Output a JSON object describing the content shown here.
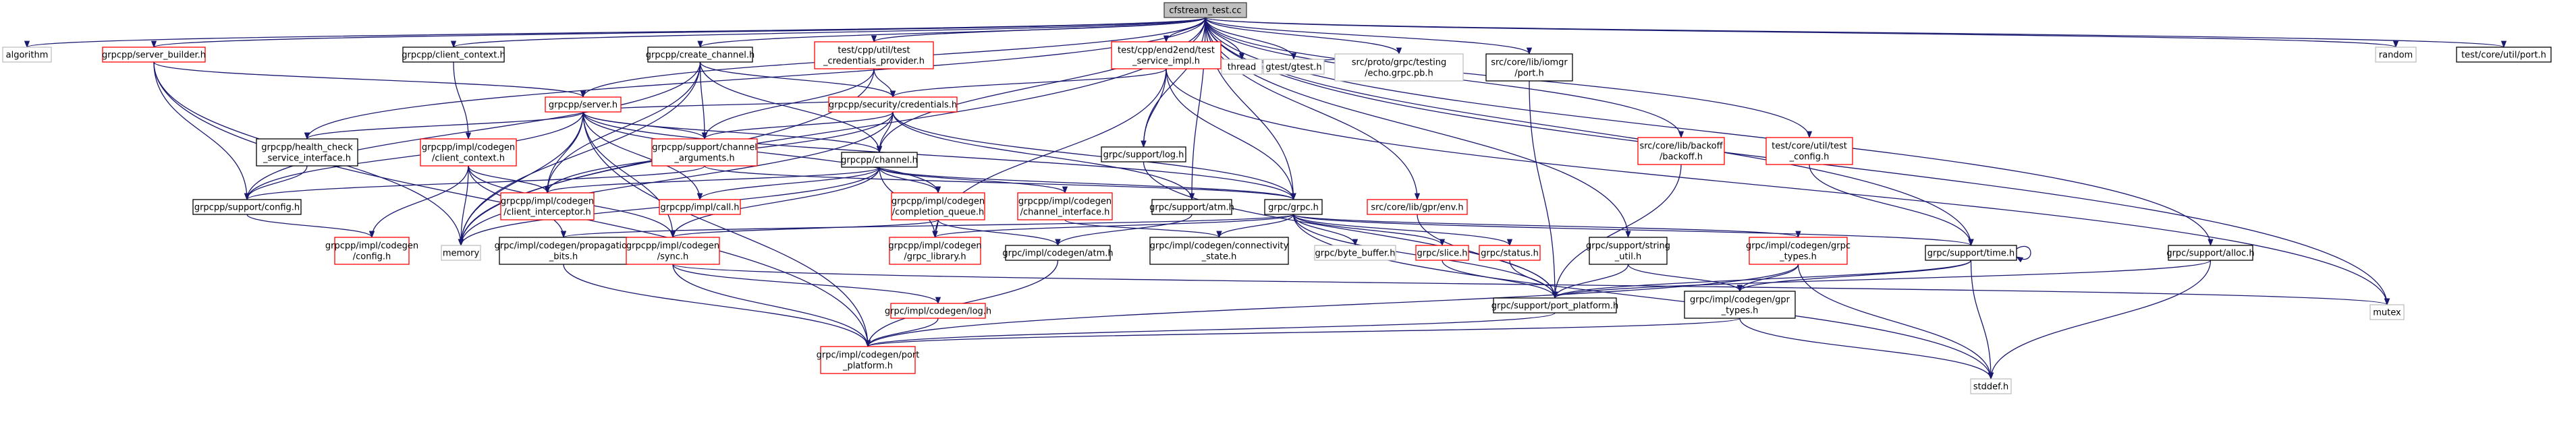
{
  "colors": {
    "root_fill": "#bfbfbf",
    "root_border": "#404040",
    "black_border": "#000000",
    "red_border": "#ff0000",
    "gray_border": "#bfbfbf",
    "edge": "#191970",
    "text": "#000000"
  },
  "nodes": [
    {
      "id": "root",
      "lines": [
        "cfstream_test.cc"
      ],
      "kind": "root"
    },
    {
      "id": "algorithm",
      "lines": [
        "algorithm"
      ],
      "kind": "gray"
    },
    {
      "id": "server_builder",
      "lines": [
        "grpcpp/server_builder.h"
      ],
      "kind": "red"
    },
    {
      "id": "client_context",
      "lines": [
        "grpcpp/client_context.h"
      ],
      "kind": "black"
    },
    {
      "id": "create_channel",
      "lines": [
        "grpcpp/create_channel.h"
      ],
      "kind": "black"
    },
    {
      "id": "test_creds",
      "lines": [
        "test/cpp/util/test",
        "_credentials_provider.h"
      ],
      "kind": "red"
    },
    {
      "id": "test_service",
      "lines": [
        "test/cpp/end2end/test",
        "_service_impl.h"
      ],
      "kind": "red"
    },
    {
      "id": "thread",
      "lines": [
        "thread"
      ],
      "kind": "gray"
    },
    {
      "id": "gtest",
      "lines": [
        "gtest/gtest.h"
      ],
      "kind": "gray"
    },
    {
      "id": "echo_pb",
      "lines": [
        "src/proto/grpc/testing",
        "/echo.grpc.pb.h"
      ],
      "kind": "gray"
    },
    {
      "id": "iomgr_port",
      "lines": [
        "src/core/lib/iomgr",
        "/port.h"
      ],
      "kind": "black"
    },
    {
      "id": "backoff",
      "lines": [
        "src/core/lib/backoff",
        "/backoff.h"
      ],
      "kind": "red"
    },
    {
      "id": "test_config",
      "lines": [
        "test/core/util/test",
        "_config.h"
      ],
      "kind": "red"
    },
    {
      "id": "random",
      "lines": [
        "random"
      ],
      "kind": "gray"
    },
    {
      "id": "util_port",
      "lines": [
        "test/core/util/port.h"
      ],
      "kind": "black"
    },
    {
      "id": "server",
      "lines": [
        "grpcpp/server.h"
      ],
      "kind": "red"
    },
    {
      "id": "security_creds",
      "lines": [
        "grpcpp/security/credentials.h"
      ],
      "kind": "red"
    },
    {
      "id": "health_check",
      "lines": [
        "grpcpp/health_check",
        "_service_interface.h"
      ],
      "kind": "black"
    },
    {
      "id": "client_context_impl",
      "lines": [
        "grpcpp/impl/codegen",
        "/client_context.h"
      ],
      "kind": "red"
    },
    {
      "id": "channel_arguments",
      "lines": [
        "grpcpp/support/channel",
        "_arguments.h"
      ],
      "kind": "red"
    },
    {
      "id": "channel",
      "lines": [
        "grpcpp/channel.h"
      ],
      "kind": "black"
    },
    {
      "id": "support_log",
      "lines": [
        "grpc/support/log.h"
      ],
      "kind": "black"
    },
    {
      "id": "support_config",
      "lines": [
        "grpcpp/support/config.h"
      ],
      "kind": "black"
    },
    {
      "id": "client_interceptor",
      "lines": [
        "grpcpp/impl/codegen",
        "/client_interceptor.h"
      ],
      "kind": "red"
    },
    {
      "id": "impl_call",
      "lines": [
        "grpcpp/impl/call.h"
      ],
      "kind": "red"
    },
    {
      "id": "completion_queue",
      "lines": [
        "grpcpp/impl/codegen",
        "/completion_queue.h"
      ],
      "kind": "red"
    },
    {
      "id": "channel_interface",
      "lines": [
        "grpcpp/impl/codegen",
        "/channel_interface.h"
      ],
      "kind": "red"
    },
    {
      "id": "support_atm",
      "lines": [
        "grpc/support/atm.h"
      ],
      "kind": "black"
    },
    {
      "id": "grpc_h",
      "lines": [
        "grpc/grpc.h"
      ],
      "kind": "black"
    },
    {
      "id": "gpr_env",
      "lines": [
        "src/core/lib/gpr/env.h"
      ],
      "kind": "red"
    },
    {
      "id": "codegen_config",
      "lines": [
        "grpcpp/impl/codegen",
        "/config.h"
      ],
      "kind": "red"
    },
    {
      "id": "memory",
      "lines": [
        "memory"
      ],
      "kind": "gray"
    },
    {
      "id": "propagation_bits",
      "lines": [
        "grpc/impl/codegen/propagation",
        "_bits.h"
      ],
      "kind": "black"
    },
    {
      "id": "codegen_sync",
      "lines": [
        "grpcpp/impl/codegen",
        "/sync.h"
      ],
      "kind": "red"
    },
    {
      "id": "grpc_library",
      "lines": [
        "grpcpp/impl/codegen",
        "/grpc_library.h"
      ],
      "kind": "red"
    },
    {
      "id": "codegen_atm",
      "lines": [
        "grpc/impl/codegen/atm.h"
      ],
      "kind": "black"
    },
    {
      "id": "connectivity_state",
      "lines": [
        "grpc/impl/codegen/connectivity",
        "_state.h"
      ],
      "kind": "black"
    },
    {
      "id": "byte_buffer",
      "lines": [
        "grpc/byte_buffer.h"
      ],
      "kind": "gray"
    },
    {
      "id": "slice",
      "lines": [
        "grpc/slice.h"
      ],
      "kind": "red"
    },
    {
      "id": "status",
      "lines": [
        "grpc/status.h"
      ],
      "kind": "red"
    },
    {
      "id": "string_util",
      "lines": [
        "grpc/support/string",
        "_util.h"
      ],
      "kind": "black"
    },
    {
      "id": "grpc_types",
      "lines": [
        "grpc/impl/codegen/grpc",
        "_types.h"
      ],
      "kind": "red"
    },
    {
      "id": "support_time",
      "lines": [
        "grpc/support/time.h"
      ],
      "kind": "black"
    },
    {
      "id": "support_alloc",
      "lines": [
        "grpc/support/alloc.h"
      ],
      "kind": "black"
    },
    {
      "id": "port_platform",
      "lines": [
        "grpc/support/port_platform.h"
      ],
      "kind": "black"
    },
    {
      "id": "gpr_types",
      "lines": [
        "grpc/impl/codegen/gpr",
        "_types.h"
      ],
      "kind": "black"
    },
    {
      "id": "mutex",
      "lines": [
        "mutex"
      ],
      "kind": "gray"
    },
    {
      "id": "codegen_log",
      "lines": [
        "grpc/impl/codegen/log.h"
      ],
      "kind": "red"
    },
    {
      "id": "codegen_port_platform",
      "lines": [
        "grpc/impl/codegen/port",
        "_platform.h"
      ],
      "kind": "red"
    },
    {
      "id": "stddef",
      "lines": [
        "stddef.h"
      ],
      "kind": "gray"
    }
  ],
  "edges": [
    [
      "root",
      "algorithm"
    ],
    [
      "root",
      "server_builder"
    ],
    [
      "root",
      "client_context"
    ],
    [
      "root",
      "create_channel"
    ],
    [
      "root",
      "test_creds"
    ],
    [
      "root",
      "test_service"
    ],
    [
      "root",
      "thread"
    ],
    [
      "root",
      "gtest"
    ],
    [
      "root",
      "echo_pb"
    ],
    [
      "root",
      "iomgr_port"
    ],
    [
      "root",
      "backoff"
    ],
    [
      "root",
      "test_config"
    ],
    [
      "root",
      "random"
    ],
    [
      "root",
      "util_port"
    ],
    [
      "root",
      "server"
    ],
    [
      "root",
      "health_check"
    ],
    [
      "root",
      "channel"
    ],
    [
      "root",
      "support_log"
    ],
    [
      "root",
      "support_atm"
    ],
    [
      "root",
      "grpc_h"
    ],
    [
      "root",
      "gpr_env"
    ],
    [
      "root",
      "memory"
    ],
    [
      "root",
      "string_util"
    ],
    [
      "root",
      "support_time"
    ],
    [
      "root",
      "support_alloc"
    ],
    [
      "root",
      "mutex"
    ],
    [
      "server_builder",
      "server"
    ],
    [
      "server_builder",
      "support_config"
    ],
    [
      "server_builder",
      "memory"
    ],
    [
      "server_builder",
      "codegen_port_platform"
    ],
    [
      "client_context",
      "client_context_impl"
    ],
    [
      "create_channel",
      "security_creds"
    ],
    [
      "create_channel",
      "channel"
    ],
    [
      "create_channel",
      "channel_arguments"
    ],
    [
      "create_channel",
      "support_config"
    ],
    [
      "create_channel",
      "memory"
    ],
    [
      "create_channel",
      "client_interceptor"
    ],
    [
      "test_creds",
      "security_creds"
    ],
    [
      "test_creds",
      "channel_arguments"
    ],
    [
      "test_creds",
      "memory"
    ],
    [
      "test_service",
      "security_creds"
    ],
    [
      "test_service",
      "thread"
    ],
    [
      "test_service",
      "gtest"
    ],
    [
      "test_service",
      "echo_pb"
    ],
    [
      "test_service",
      "support_log"
    ],
    [
      "test_service",
      "grpc_h"
    ],
    [
      "test_service",
      "mutex"
    ],
    [
      "test_service",
      "grpc_library"
    ],
    [
      "iomgr_port",
      "port_platform"
    ],
    [
      "backoff",
      "port_platform"
    ],
    [
      "test_config",
      "support_time"
    ],
    [
      "server",
      "health_check"
    ],
    [
      "server",
      "security_creds"
    ],
    [
      "server",
      "channel_arguments"
    ],
    [
      "server",
      "channel"
    ],
    [
      "server",
      "support_config"
    ],
    [
      "server",
      "client_interceptor"
    ],
    [
      "server",
      "impl_call"
    ],
    [
      "server",
      "completion_queue"
    ],
    [
      "server",
      "memory"
    ],
    [
      "server",
      "grpc_h"
    ],
    [
      "server",
      "codegen_port_platform"
    ],
    [
      "server",
      "codegen_sync"
    ],
    [
      "security_creds",
      "channel"
    ],
    [
      "security_creds",
      "channel_arguments"
    ],
    [
      "security_creds",
      "grpc_h"
    ],
    [
      "security_creds",
      "support_atm"
    ],
    [
      "security_creds",
      "client_interceptor"
    ],
    [
      "security_creds",
      "memory"
    ],
    [
      "health_check",
      "support_config"
    ],
    [
      "client_context_impl",
      "client_interceptor"
    ],
    [
      "client_context_impl",
      "codegen_config"
    ],
    [
      "client_context_impl",
      "memory"
    ],
    [
      "client_context_impl",
      "propagation_bits"
    ],
    [
      "client_context_impl",
      "codegen_sync"
    ],
    [
      "channel_arguments",
      "support_config"
    ],
    [
      "channel_arguments",
      "grpc_h"
    ],
    [
      "channel",
      "client_interceptor"
    ],
    [
      "channel",
      "impl_call"
    ],
    [
      "channel",
      "completion_queue"
    ],
    [
      "channel",
      "channel_interface"
    ],
    [
      "channel",
      "grpc_h"
    ],
    [
      "channel",
      "memory"
    ],
    [
      "channel",
      "grpc_library"
    ],
    [
      "channel",
      "codegen_sync"
    ],
    [
      "support_log",
      "port_platform"
    ],
    [
      "support_config",
      "codegen_config"
    ],
    [
      "completion_queue",
      "codegen_atm"
    ],
    [
      "completion_queue",
      "grpc_library"
    ],
    [
      "completion_queue",
      "codegen_sync"
    ],
    [
      "channel_interface",
      "connectivity_state"
    ],
    [
      "support_atm",
      "codegen_atm"
    ],
    [
      "grpc_h",
      "byte_buffer"
    ],
    [
      "grpc_h",
      "slice"
    ],
    [
      "grpc_h",
      "status"
    ],
    [
      "grpc_h",
      "grpc_types"
    ],
    [
      "grpc_h",
      "support_time"
    ],
    [
      "grpc_h",
      "port_platform"
    ],
    [
      "grpc_h",
      "propagation_bits"
    ],
    [
      "grpc_h",
      "connectivity_state"
    ],
    [
      "grpc_h",
      "grpc_library"
    ],
    [
      "grpc_h",
      "stddef"
    ],
    [
      "gpr_env",
      "port_platform"
    ],
    [
      "codegen_sync",
      "codegen_log"
    ],
    [
      "codegen_sync",
      "codegen_port_platform"
    ],
    [
      "codegen_sync",
      "mutex"
    ],
    [
      "codegen_atm",
      "codegen_port_platform"
    ],
    [
      "slice",
      "port_platform"
    ],
    [
      "status",
      "port_platform"
    ],
    [
      "string_util",
      "port_platform"
    ],
    [
      "string_util",
      "gpr_types"
    ],
    [
      "grpc_types",
      "gpr_types"
    ],
    [
      "grpc_types",
      "codegen_port_platform"
    ],
    [
      "grpc_types",
      "stddef"
    ],
    [
      "support_time",
      "port_platform"
    ],
    [
      "support_time",
      "gpr_types"
    ],
    [
      "support_time",
      "stddef"
    ],
    [
      "support_time",
      "support_time"
    ],
    [
      "support_alloc",
      "port_platform"
    ],
    [
      "support_alloc",
      "stddef"
    ],
    [
      "port_platform",
      "codegen_port_platform"
    ],
    [
      "gpr_types",
      "codegen_port_platform"
    ],
    [
      "gpr_types",
      "stddef"
    ],
    [
      "codegen_log",
      "codegen_port_platform"
    ],
    [
      "propagation_bits",
      "codegen_port_platform"
    ]
  ]
}
